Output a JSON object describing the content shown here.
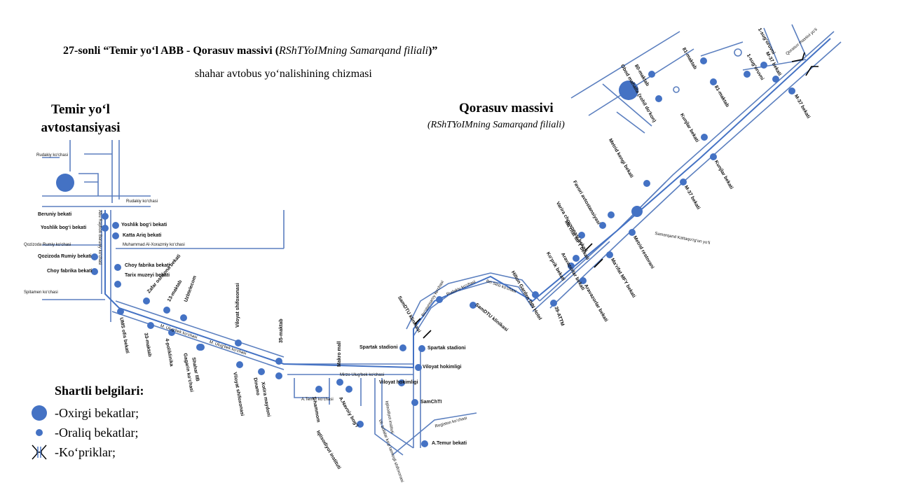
{
  "header": {
    "title_bold": "27-sonli “Temir yo‘l ABB - Qorasuv massivi (",
    "title_italic": "RShTYoIMning Samarqand filiali",
    "title_end": ")”",
    "subtitle": "shahar avtobus yo‘nalishining chizmasi"
  },
  "terminals": {
    "left": "Temir yo‘l avtostansiyasi",
    "right": "Qorasuv massivi",
    "right_sub": "(RShTYoIMning Samarqand filiali)"
  },
  "legend": {
    "title": "Shartli belgilari:",
    "terminal_stops": "-Oxirgi bekatlar;",
    "intermediate_stops": "-Oraliq bekatlar;",
    "bridges": "-Ko‘priklar;"
  },
  "colors": {
    "stop": "#4472c4",
    "route": "#4472c4",
    "road": "#5b7fbf"
  },
  "stops": [
    "Beruniy bekati",
    "Yoshlik bog‘i bekati",
    "Yoshlik bog‘i bekati",
    "Katta Ariq bekati",
    "Qozizoda Rumiy bekati",
    "Choy fabrika bekati",
    "Choy fabrika bekati",
    "Tarix muzeyi bekati",
    "Zafar oshxona bekati",
    "13-maktab",
    "Uzbtelecom",
    "UMS ofis bekati",
    "33-maktab",
    "4-poliklinika",
    "Gagarin ko‘chasi",
    "Shahar IIB",
    "Viloyat shifoxonasi",
    "Viloyat shifoxonasi",
    "Dinamo",
    "35-maktab",
    "Xotira maydoni",
    "Makro mall",
    "1-hammom",
    "A.Navoiy bog‘i",
    "Iqtisodiyot instituti",
    "Viloyat hokimligi",
    "Spartak stadioni",
    "Spartak stadioni",
    "Viloyat hokimligi",
    "SamChTI",
    "A.Temur bekati",
    "SamDTU klinikasi",
    "SamDTU klinikasi",
    "Hilton Garden INN Hotel",
    "39-ATTM",
    "Aravazorlar bekati",
    "Ko‘prik bekati",
    "Ma’rifat MFY bekati",
    "Varira choyxonasi bekati",
    "Favori avtostansiyasi",
    "Aravazorlar bekati",
    "Ma’rifat MFY bekati",
    "Metrid restorani",
    "Metrid kengi bekati",
    "M-37 bekati",
    "Kunjlar bekati",
    "Kunjlar bekati",
    "81-maktab",
    "81-maktab",
    "Obod mahalla (xohil do‘kon)",
    "80-maktab",
    "1-sug‘oruvni",
    "1-sug‘oruvni",
    "M-37 bekati",
    "M-37 bekati"
  ],
  "streets": [
    "Rudakiy ko‘chasi",
    "Rudakiy ko‘chasi",
    "Abu Rayhon Beruniy ko‘chasi",
    "Qozizoda Rumiy ko‘chasi",
    "Muhammad Al-Xorazmiy ko‘chasi",
    "Spitamen ko‘chasi",
    "M. Ulug‘bek ko‘chasi",
    "M. Ulug‘bek ko‘chasi",
    "Mirzo Ulug‘bek ko‘chasi",
    "A.Temur ko‘chasi",
    "Rudakiy ko‘chasi",
    "Ibn Sino ko‘chasi",
    "Bo‘stonsaroy ko‘chasi",
    "Registon ko‘chasi",
    "Iqtisodiyot instituti",
    "Vil. bolalar ko‘p tarmoqli shifoxonasi",
    "Samarqand Kattaqo‘rg‘on yo‘li",
    "Qorasuv massivi yo‘li"
  ]
}
